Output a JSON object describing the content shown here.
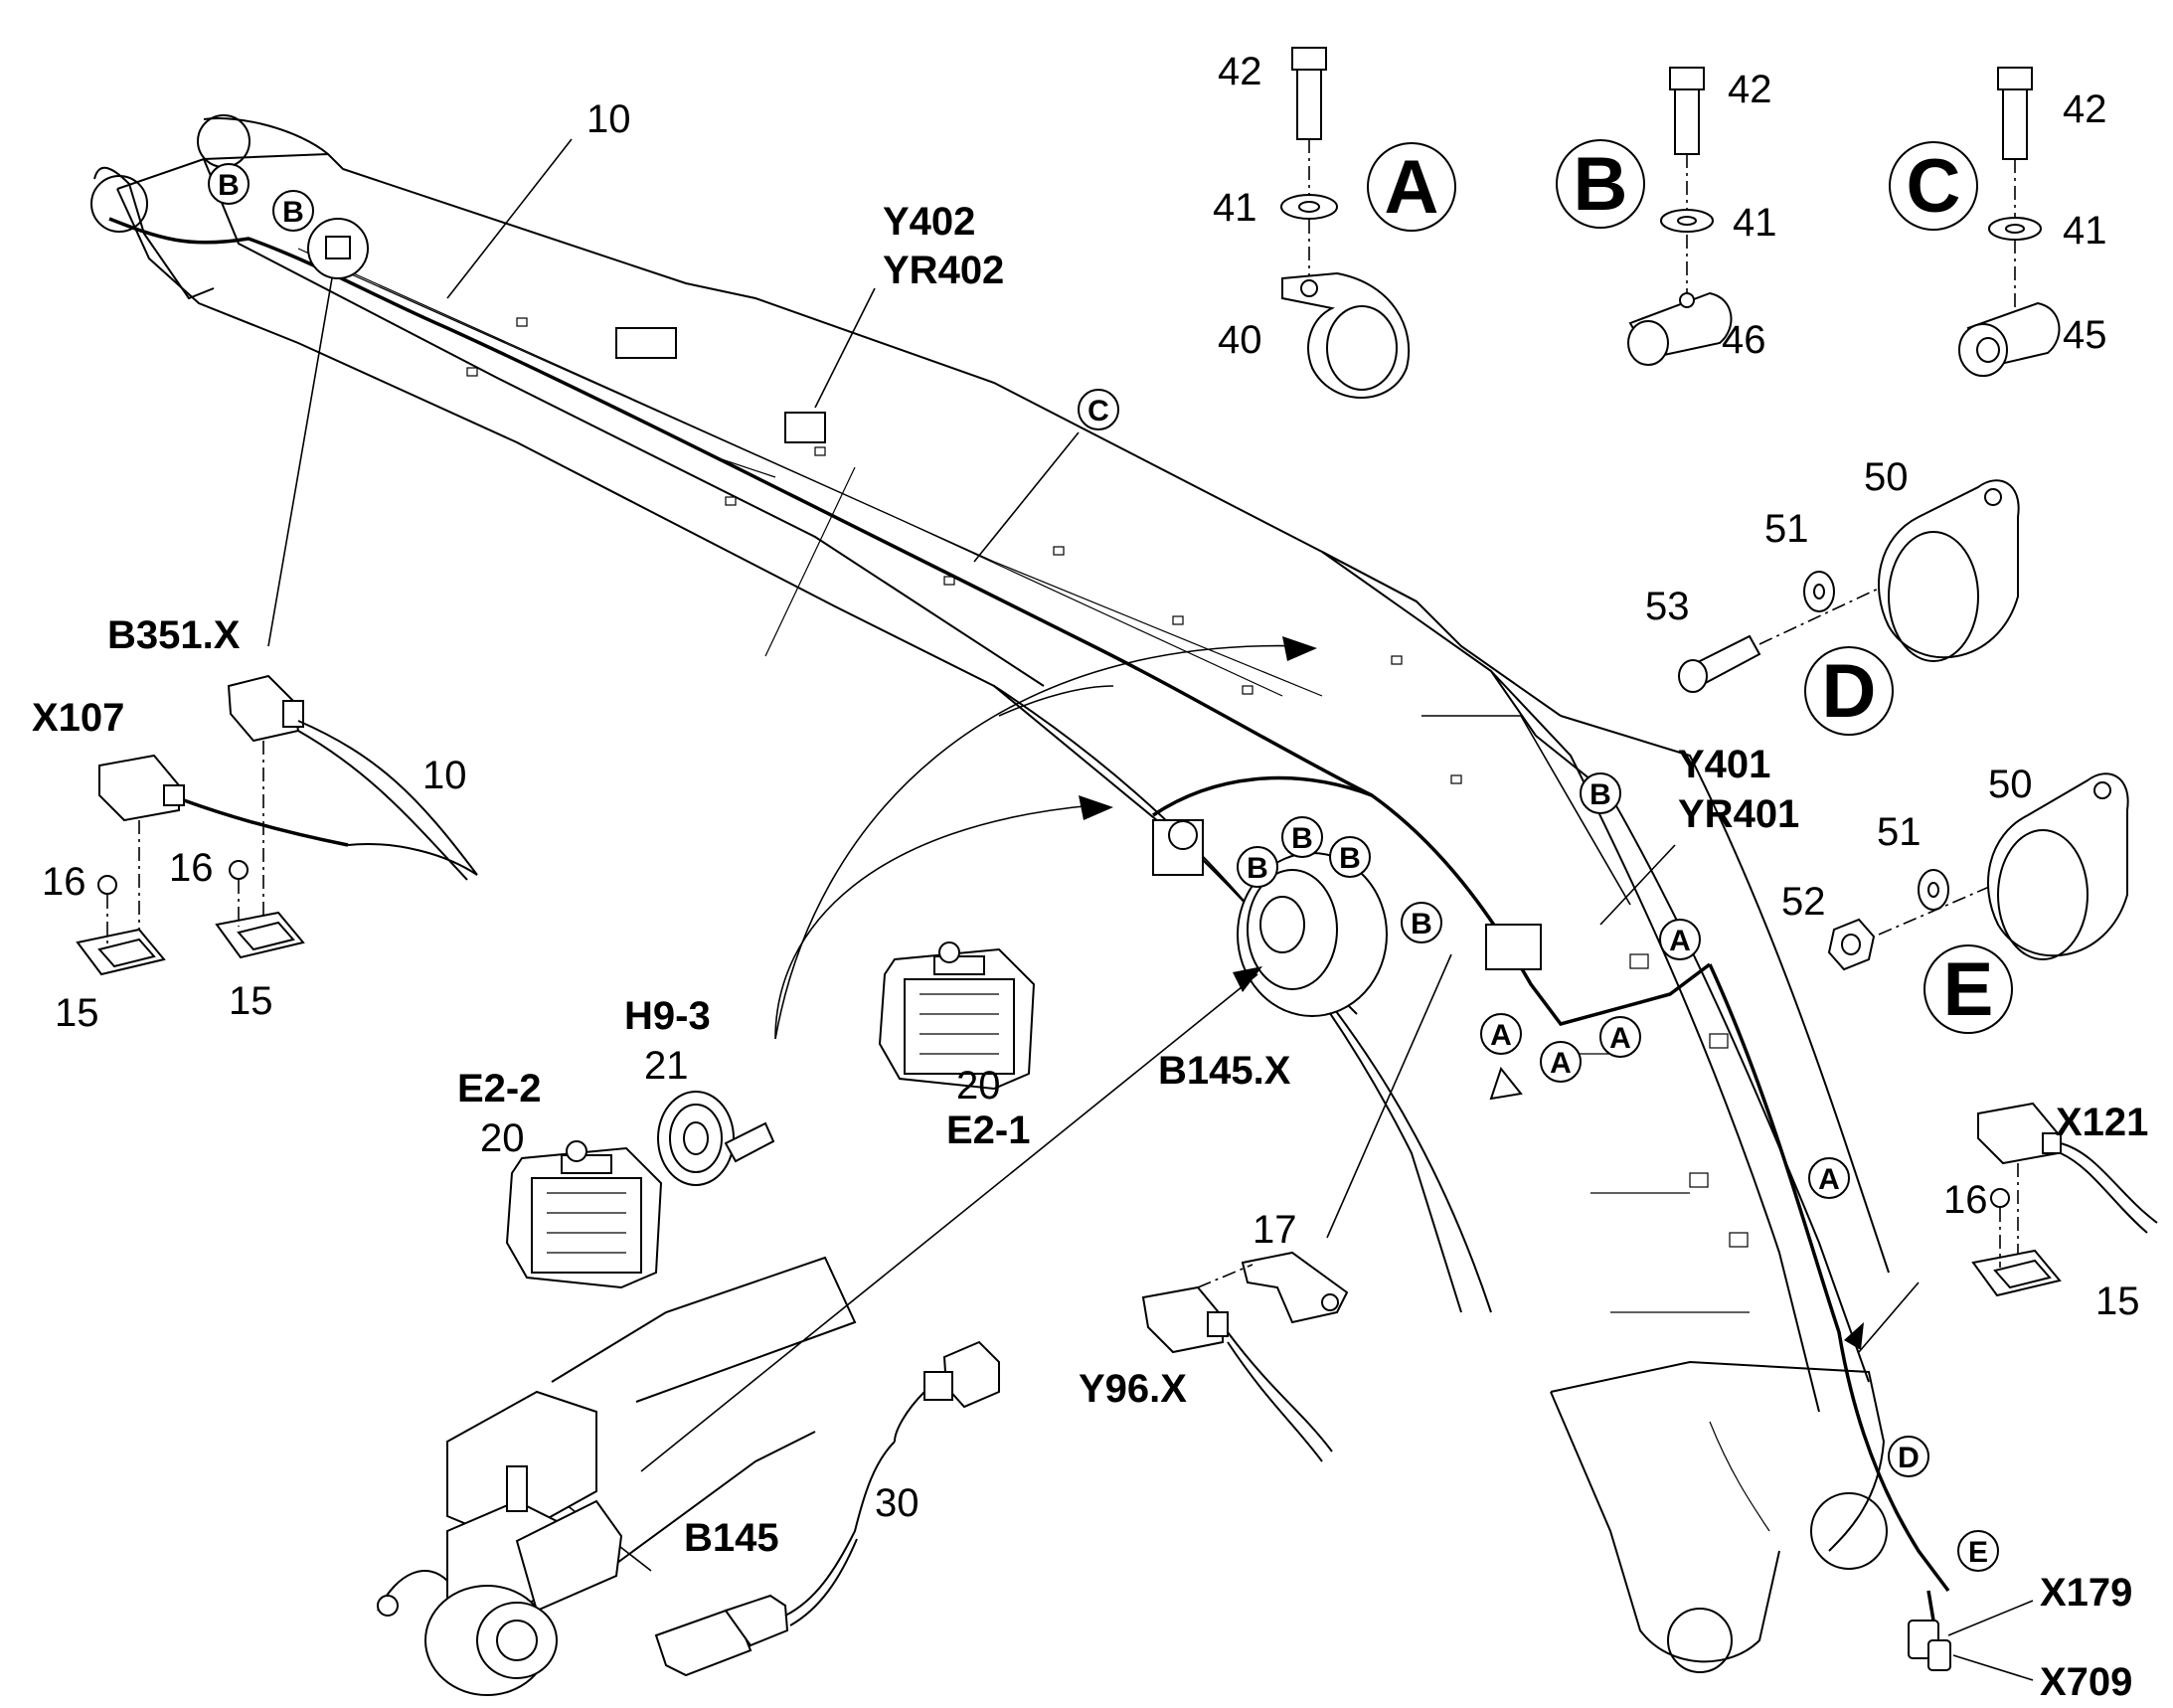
{
  "labels": {
    "n10_top": "10",
    "n10_side": "10",
    "y402": "Y402",
    "yr402": "YR402",
    "b351x": "B351.X",
    "x107": "X107",
    "n16_left": "16",
    "n16_mid": "16",
    "n15_left": "15",
    "n15_mid": "15",
    "h9_3": "H9-3",
    "n21": "21",
    "e2_2": "E2-2",
    "n20_left": "20",
    "n20_right": "20",
    "e2_1": "E2-1",
    "b145x": "B145.X",
    "y401": "Y401",
    "yr401": "YR401",
    "n17": "17",
    "y96x": "Y96.X",
    "b145": "B145",
    "n30": "30",
    "x121": "X121",
    "n16_right": "16",
    "n15_right": "15",
    "x179": "X179",
    "x709": "X709",
    "n42_a": "42",
    "n41_a": "41",
    "n40": "40",
    "n42_b": "42",
    "n41_b": "41",
    "n46": "46",
    "n42_c": "42",
    "n41_c": "41",
    "n45": "45",
    "n50_d": "50",
    "n51_d": "51",
    "n53": "53",
    "n50_e": "50",
    "n51_e": "51",
    "n52": "52"
  },
  "detail_letters": {
    "A": "A",
    "B": "B",
    "C": "C",
    "D": "D",
    "E": "E"
  },
  "clamp_markers": {
    "A": "A",
    "B": "B",
    "C": "C",
    "D": "D",
    "E": "E"
  }
}
